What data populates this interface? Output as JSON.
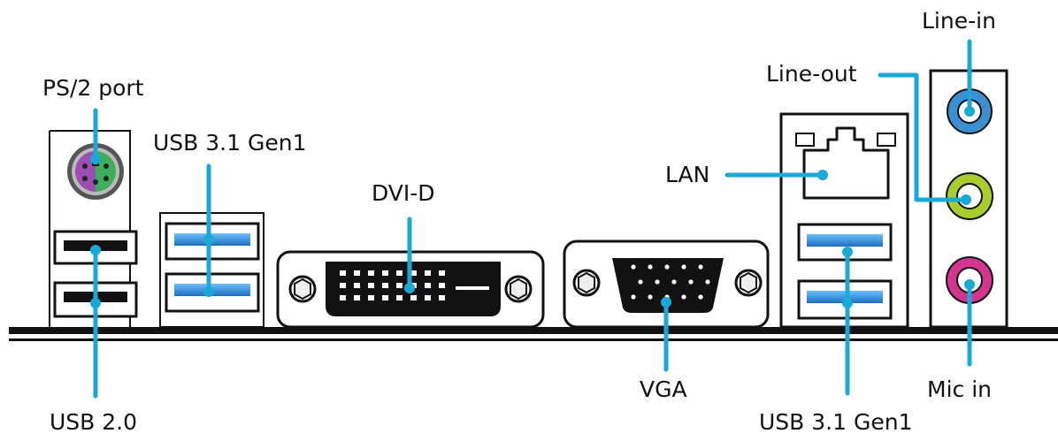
{
  "labels": {
    "ps2": "PS/2 port",
    "usb31_left": "USB 3.1 Gen1",
    "dvi": "DVI-D",
    "lan": "LAN",
    "line_out": "Line-out",
    "line_in": "Line-in",
    "usb20": "USB 2.0",
    "vga": "VGA",
    "usb31_right": "USB 3.1 Gen1",
    "mic_in": "Mic in"
  },
  "colors": {
    "leader": "#1aa9d6",
    "line_in_jack": "#3c8fd1",
    "line_out_jack": "#a9cd2f",
    "mic_jack": "#d2348f",
    "usb3_blue": "#2f8fd6",
    "ps2_purple": "#9b4fb3",
    "ps2_green": "#3fae5c"
  }
}
